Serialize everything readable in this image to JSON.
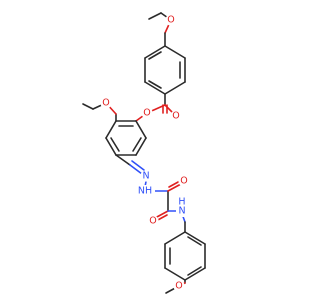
{
  "diagram": {
    "type": "chemical-structure",
    "atom_colors": {
      "carbon": "#2b2b2b",
      "oxygen": "#e02020",
      "nitrogen": "#3050f8"
    },
    "labels": {
      "ethoxy_top_o": "O",
      "ester_o": "O",
      "ester_carbonyl_o": "O",
      "ethoxy_mid_o": "O",
      "hydrazone_n1": "N",
      "hydrazone_nh": "NH",
      "oxalyl_o1": "O",
      "oxalyl_o2": "O",
      "amide_nh": "NH",
      "amide_h": "H",
      "methoxy_o": "O"
    }
  }
}
